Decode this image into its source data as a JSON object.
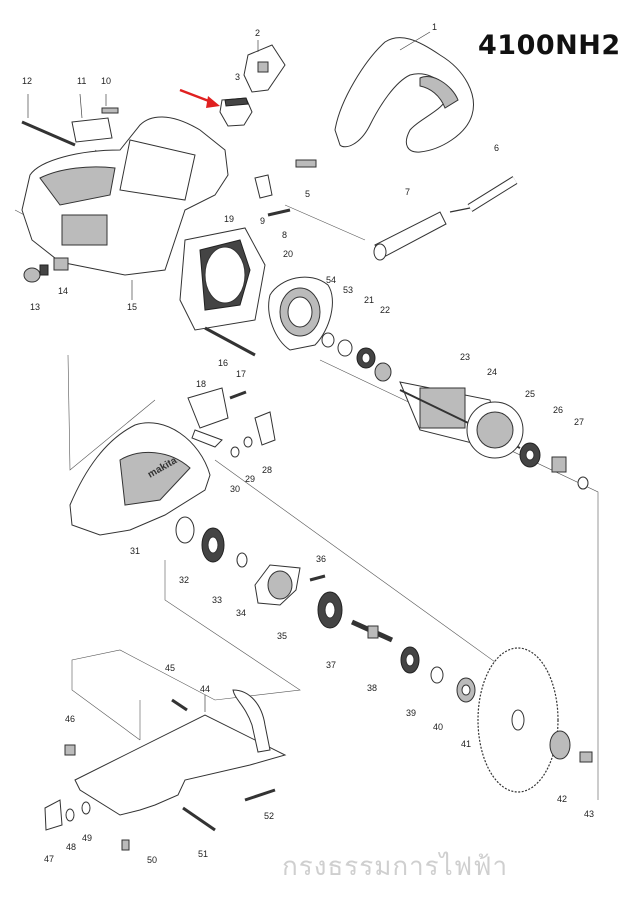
{
  "header": {
    "model": "4100NH2"
  },
  "watermark": {
    "text": "กรงธรรมการไฟฟ้า"
  },
  "colors": {
    "highlight_arrow": "#e02020",
    "line": "#333333"
  },
  "brand_mark": "makita",
  "callouts": [
    {
      "id": "c1",
      "label": "1"
    },
    {
      "id": "c2",
      "label": "2"
    },
    {
      "id": "c3",
      "label": "3"
    },
    {
      "id": "c5",
      "label": "5"
    },
    {
      "id": "c6",
      "label": "6"
    },
    {
      "id": "c7",
      "label": "7"
    },
    {
      "id": "c8",
      "label": "8"
    },
    {
      "id": "c9",
      "label": "9"
    },
    {
      "id": "c10",
      "label": "10"
    },
    {
      "id": "c11",
      "label": "11"
    },
    {
      "id": "c12",
      "label": "12"
    },
    {
      "id": "c13",
      "label": "13"
    },
    {
      "id": "c14",
      "label": "14"
    },
    {
      "id": "c15",
      "label": "15"
    },
    {
      "id": "c16",
      "label": "16"
    },
    {
      "id": "c17",
      "label": "17"
    },
    {
      "id": "c18",
      "label": "18"
    },
    {
      "id": "c19",
      "label": "19"
    },
    {
      "id": "c20",
      "label": "20"
    },
    {
      "id": "c21",
      "label": "21"
    },
    {
      "id": "c22",
      "label": "22"
    },
    {
      "id": "c23",
      "label": "23"
    },
    {
      "id": "c24",
      "label": "24"
    },
    {
      "id": "c25",
      "label": "25"
    },
    {
      "id": "c26",
      "label": "26"
    },
    {
      "id": "c27",
      "label": "27"
    },
    {
      "id": "c28",
      "label": "28"
    },
    {
      "id": "c29",
      "label": "29"
    },
    {
      "id": "c30",
      "label": "30"
    },
    {
      "id": "c31",
      "label": "31"
    },
    {
      "id": "c32",
      "label": "32"
    },
    {
      "id": "c33",
      "label": "33"
    },
    {
      "id": "c34",
      "label": "34"
    },
    {
      "id": "c35",
      "label": "35"
    },
    {
      "id": "c36",
      "label": "36"
    },
    {
      "id": "c37",
      "label": "37"
    },
    {
      "id": "c38",
      "label": "38"
    },
    {
      "id": "c39",
      "label": "39"
    },
    {
      "id": "c40",
      "label": "40"
    },
    {
      "id": "c41",
      "label": "41"
    },
    {
      "id": "c42",
      "label": "42"
    },
    {
      "id": "c43",
      "label": "43"
    },
    {
      "id": "c44",
      "label": "44"
    },
    {
      "id": "c45",
      "label": "45"
    },
    {
      "id": "c46",
      "label": "46"
    },
    {
      "id": "c47",
      "label": "47"
    },
    {
      "id": "c48",
      "label": "48"
    },
    {
      "id": "c49",
      "label": "49"
    },
    {
      "id": "c50",
      "label": "50"
    },
    {
      "id": "c51",
      "label": "51"
    },
    {
      "id": "c52",
      "label": "52"
    },
    {
      "id": "c53",
      "label": "53"
    },
    {
      "id": "c54",
      "label": "54"
    }
  ]
}
